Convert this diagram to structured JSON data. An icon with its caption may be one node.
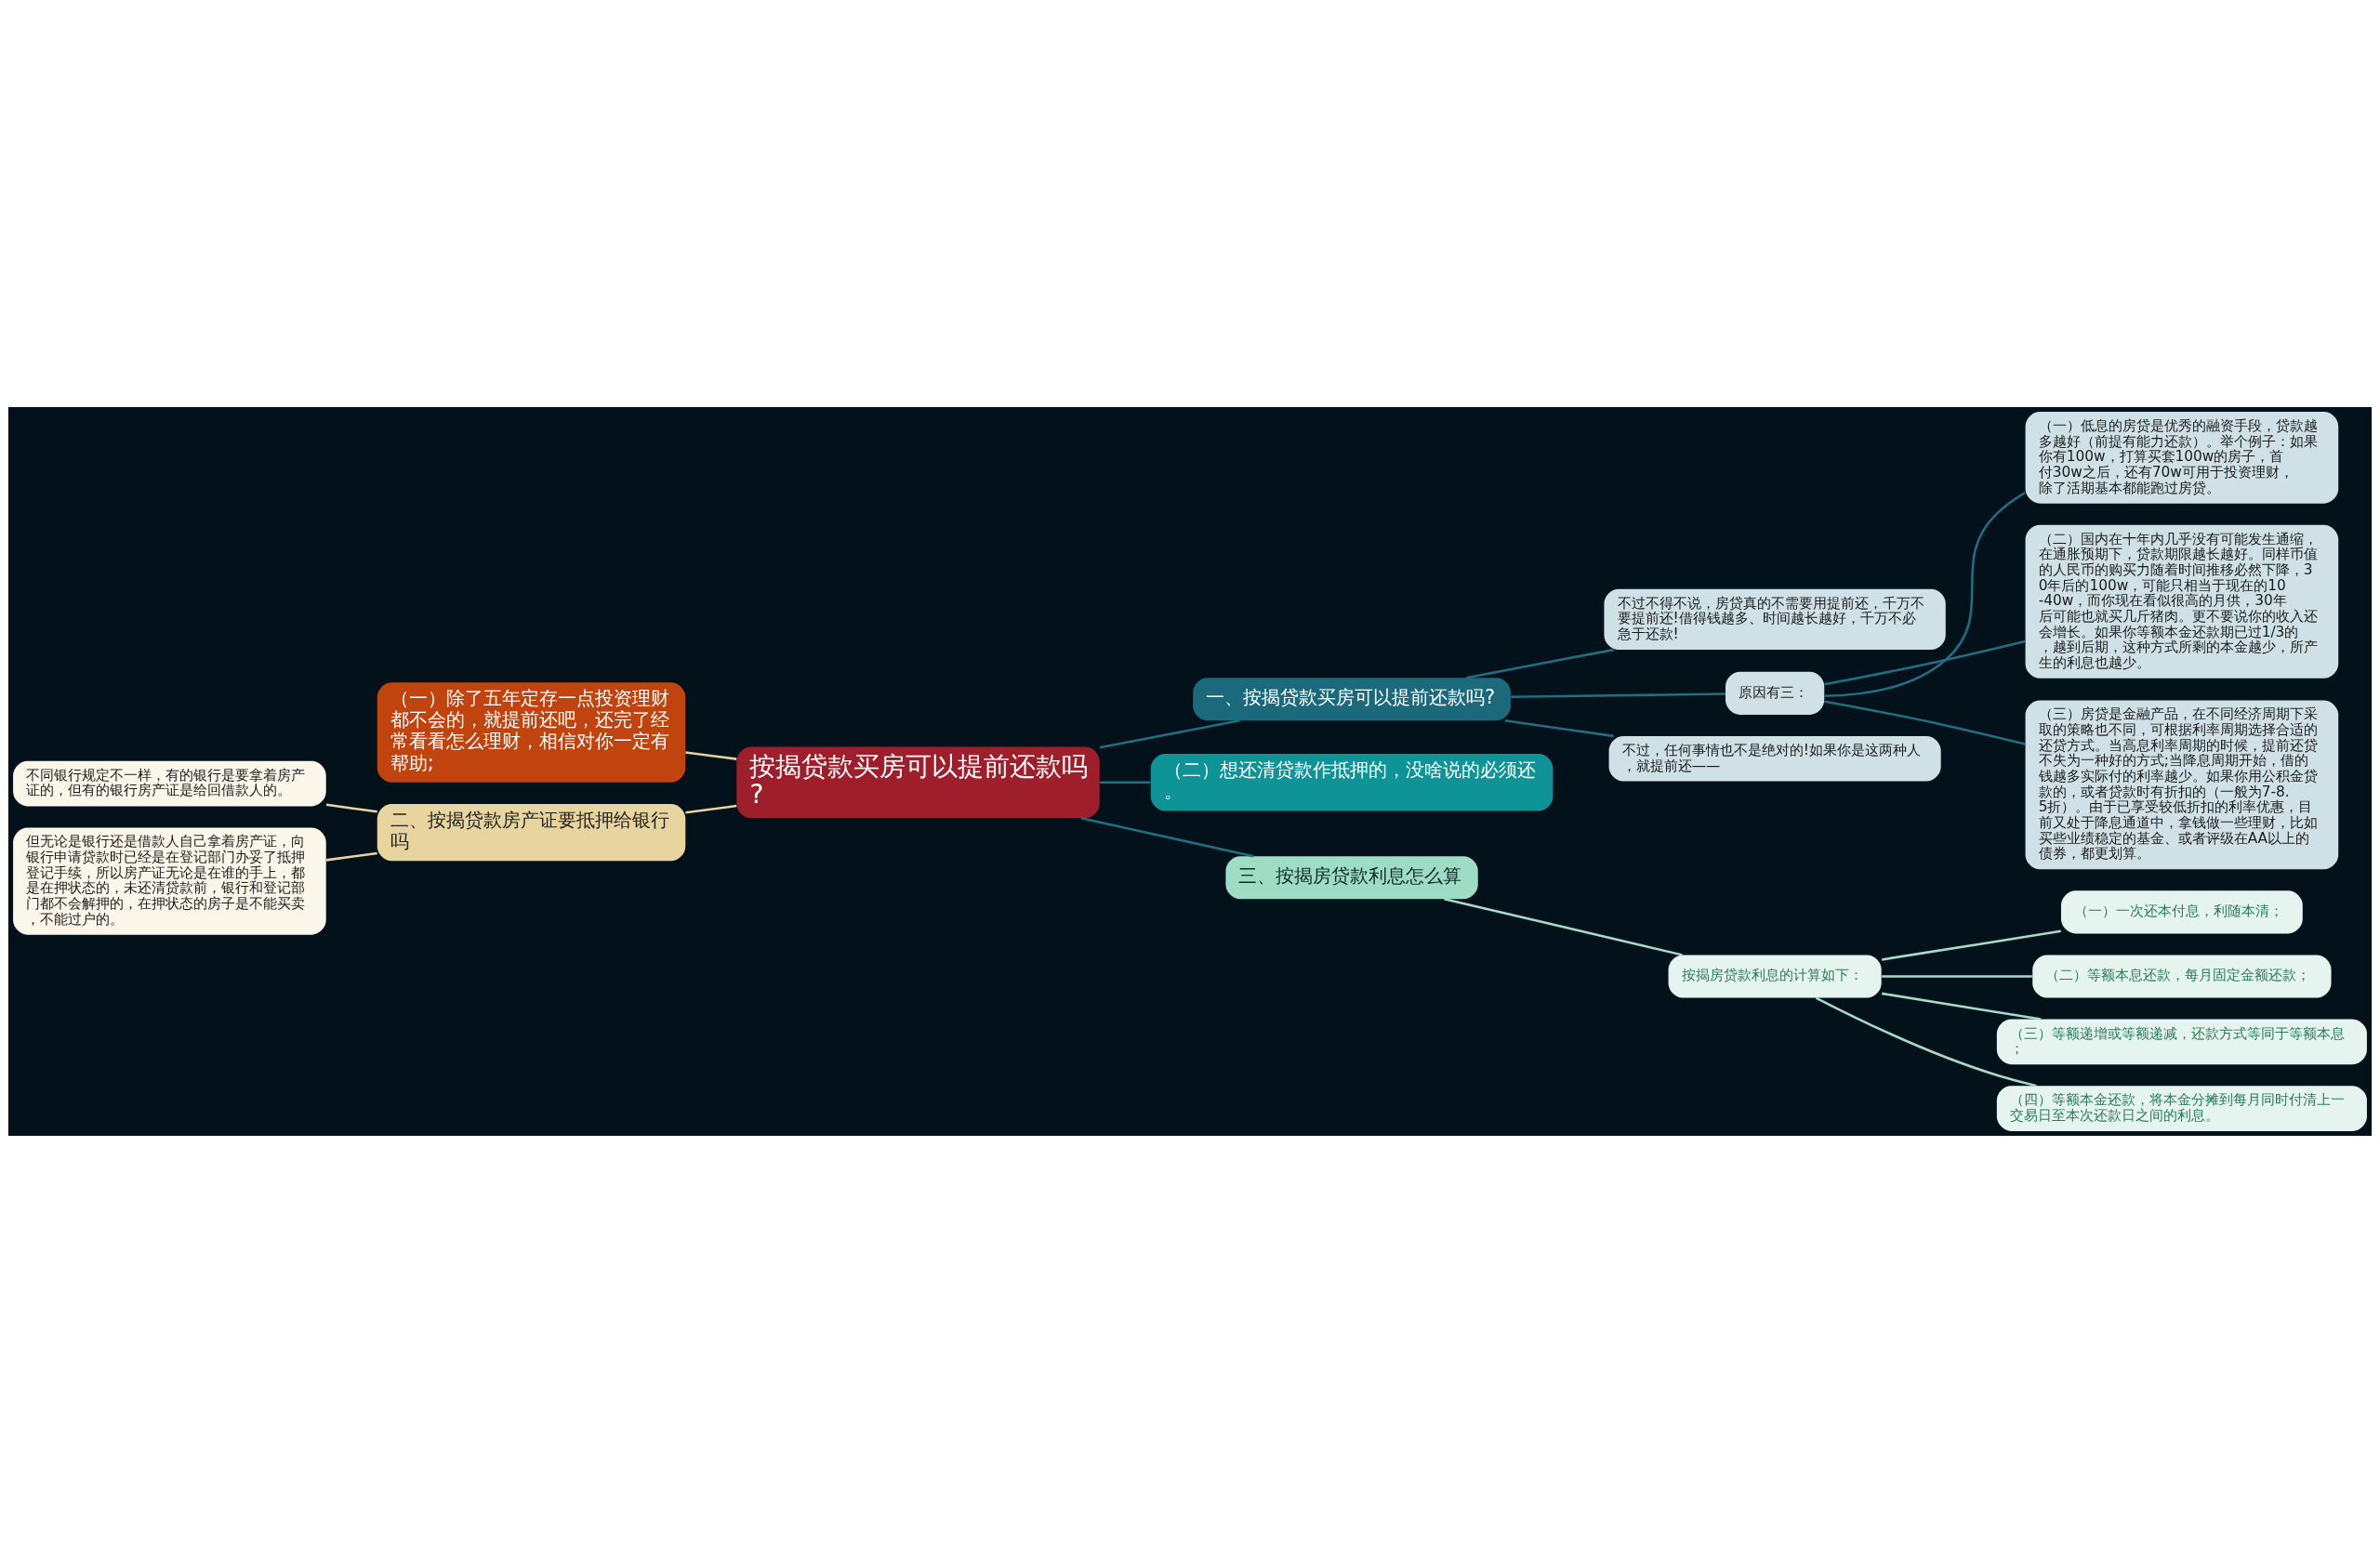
{
  "diagram": {
    "nodes": [
      {
        "text": [
          "按揭贷款买房可以提前还款吗?"
        ]
      },
      {
        "text": [
          "一、按揭贷款买房可以提前还款吗?"
        ]
      },
      {
        "text": [
          "不过不得不说，房贷真的不需要用提前还，千万不要提前还!借得钱越多、时间越长越好，千万不必急于还款!"
        ]
      },
      {
        "text": [
          "原因有三："
        ]
      },
      {
        "text": [
          "（一）低息的房贷是优秀的融资手段，贷款越多越好（前提有能力还款）。举个例子：如果你有100w，打算买套100w的房子，首付30w之后，还有70w可用于投资理财，除了活期基本都能跑过房贷。"
        ]
      },
      {
        "text": [
          "（二）国内在十年内几乎没有可能发生通缩，在通胀预期下，贷款期限越长越好。同样币值的人民币的购买力随着时间推移必然下降，30年后的100w，可能只相当于现在的10-40w，而你现在看似很高的月供，30年后可能也就买几斤猪肉。更不要说你的收入还会增长。如果你等额本金还款期已过1/3的，越到后期，这种方式所剩的本金越少，所产生的利息也越少。"
        ]
      },
      {
        "text": [
          "（三）房贷是金融产品，在不同经济周期下采取的策略也不同，可根据利率周期选择合适的还贷方式。当高息利率周期的时候，提前还贷不失为一种好的方式;当降息周期开始，借的钱越多实际付的利率越少。如果你用公积金贷款的，或者贷款时有折扣的（一般为7-8.5折）。由于已享受较低折扣的利率优惠，目前又处于降息通道中，拿钱做一些理财，比如买些业绩稳定的基金、或者评级在AA以上的债券，都更划算。"
        ]
      },
      {
        "text": [
          "不过，任何事情也不是绝对的!如果你是这两种人，就提前还——"
        ]
      },
      {
        "text": [
          "（二）想还清贷款作抵押的，没啥说的必须还。"
        ]
      },
      {
        "text": [
          "三、按揭房贷款利息怎么算"
        ]
      },
      {
        "text": [
          "按揭房贷款利息的计算如下："
        ]
      },
      {
        "text": [
          "（一）一次还本付息，利随本清；"
        ]
      },
      {
        "text": [
          "（二）等额本息还款，每月固定金额还款；"
        ]
      },
      {
        "text": [
          "（三）等额递增或等额递减，还款方式等同于等额本息；"
        ]
      },
      {
        "text": [
          "（四）等额本金还款，将本金分摊到每月同时付清上一交易日至本次还款日之间的利息。"
        ]
      },
      {
        "text": [
          "（一）除了五年定存一点投资理财都不会的，就提前还吧，还完了经常看看怎么理财，相信对你一定有帮助;"
        ]
      },
      {
        "text": [
          "二、按揭贷款房产证要抵押给银行吗"
        ]
      },
      {
        "text": [
          "不同银行规定不一样，有的银行是要拿着房产证的，但有的银行房产证是给回借款人的。"
        ]
      },
      {
        "text": [
          "但无论是银行还是借款人自己拿着房产证，向银行申请贷款时已经是在登记部门办妥了抵押登记手续，所以房产证无论是在谁的手上，都是在押状态的，未还清贷款前，银行和登记部门都不会解押的，在押状态的房子是不能买卖，不能过户的。"
        ]
      }
    ],
    "edges": [
      {
        "from": 0,
        "to": 1,
        "arrow": "none",
        "color": "#1f6f80"
      },
      {
        "from": 1,
        "to": 2,
        "arrow": "none",
        "color": "#1f6f80"
      },
      {
        "from": 1,
        "to": 3,
        "arrow": "none",
        "color": "#1f6f80"
      },
      {
        "from": 3,
        "to": 4,
        "arrow": "none",
        "color": "#1f6f80"
      },
      {
        "from": 3,
        "to": 5,
        "arrow": "none",
        "color": "#1f6f80"
      },
      {
        "from": 3,
        "to": 6,
        "arrow": "none",
        "color": "#1f6f80"
      },
      {
        "from": 1,
        "to": 7,
        "arrow": "none",
        "color": "#1f6f80"
      },
      {
        "from": 0,
        "to": 8,
        "arrow": "none",
        "color": "#1f6f80"
      },
      {
        "from": 0,
        "to": 9,
        "arrow": "none",
        "color": "#1f6f80"
      },
      {
        "from": 9,
        "to": 10,
        "arrow": "none",
        "color": "#a5dcc8"
      },
      {
        "from": 10,
        "to": 11,
        "arrow": "none",
        "color": "#a5dcc8"
      },
      {
        "from": 10,
        "to": 12,
        "arrow": "none",
        "color": "#a5dcc8"
      },
      {
        "from": 10,
        "to": 13,
        "arrow": "none",
        "color": "#a5dcc8"
      },
      {
        "from": 10,
        "to": 14,
        "arrow": "none",
        "color": "#a5dcc8"
      },
      {
        "from": 0,
        "to": 15,
        "arrow": "none",
        "color": "#e8d49e"
      },
      {
        "from": 0,
        "to": 16,
        "arrow": "none",
        "color": "#e8d49e"
      },
      {
        "from": 16,
        "to": 17,
        "arrow": "none",
        "color": "#e8d49e"
      },
      {
        "from": 16,
        "to": 18,
        "arrow": "none",
        "color": "#e8d49e"
      }
    ]
  }
}
